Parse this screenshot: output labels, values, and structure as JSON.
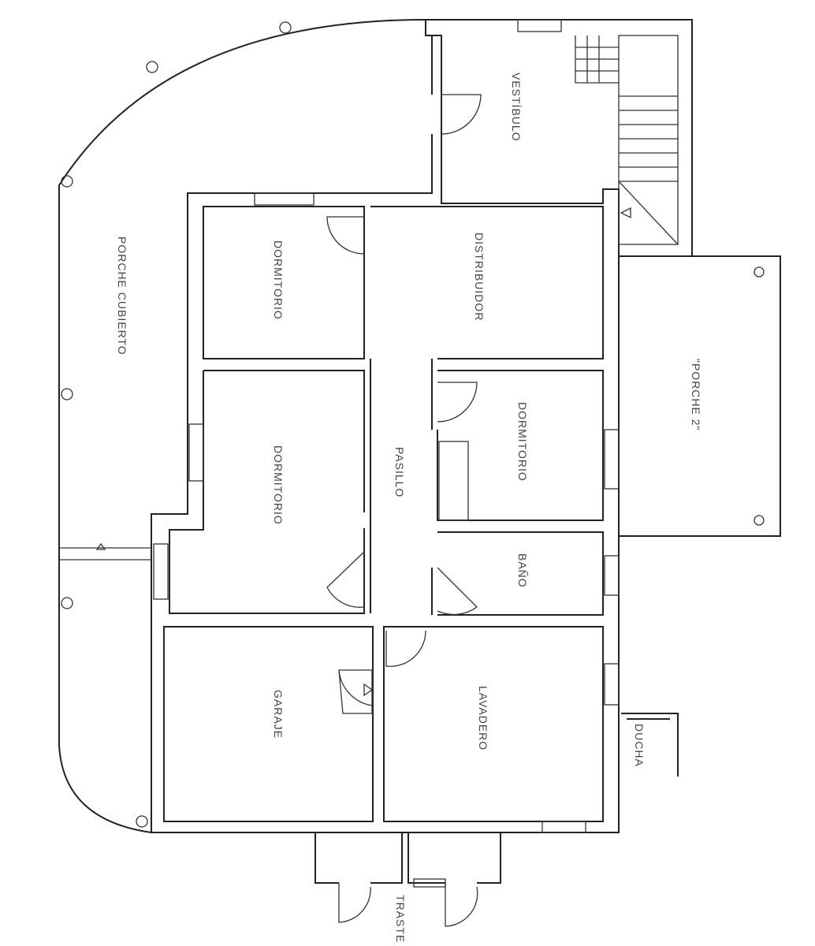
{
  "rooms": {
    "vestibulo": "VESTÍBULO",
    "porche_cubierto": "PORCHE CUBIERTO",
    "dormitorio_1": "DORMITORIO",
    "distribuidor": "DISTRIBUIDOR",
    "porche_2": "\"PORCHE 2\"",
    "dormitorio_2": "DORMITORIO",
    "pasillo": "PASILLO",
    "dormitorio_3": "DORMITORIO",
    "bano": "BAÑO",
    "garaje": "GARAJE",
    "lavadero": "LAVADERO",
    "ducha": "DUCHA",
    "trastero": "TRASTE"
  }
}
